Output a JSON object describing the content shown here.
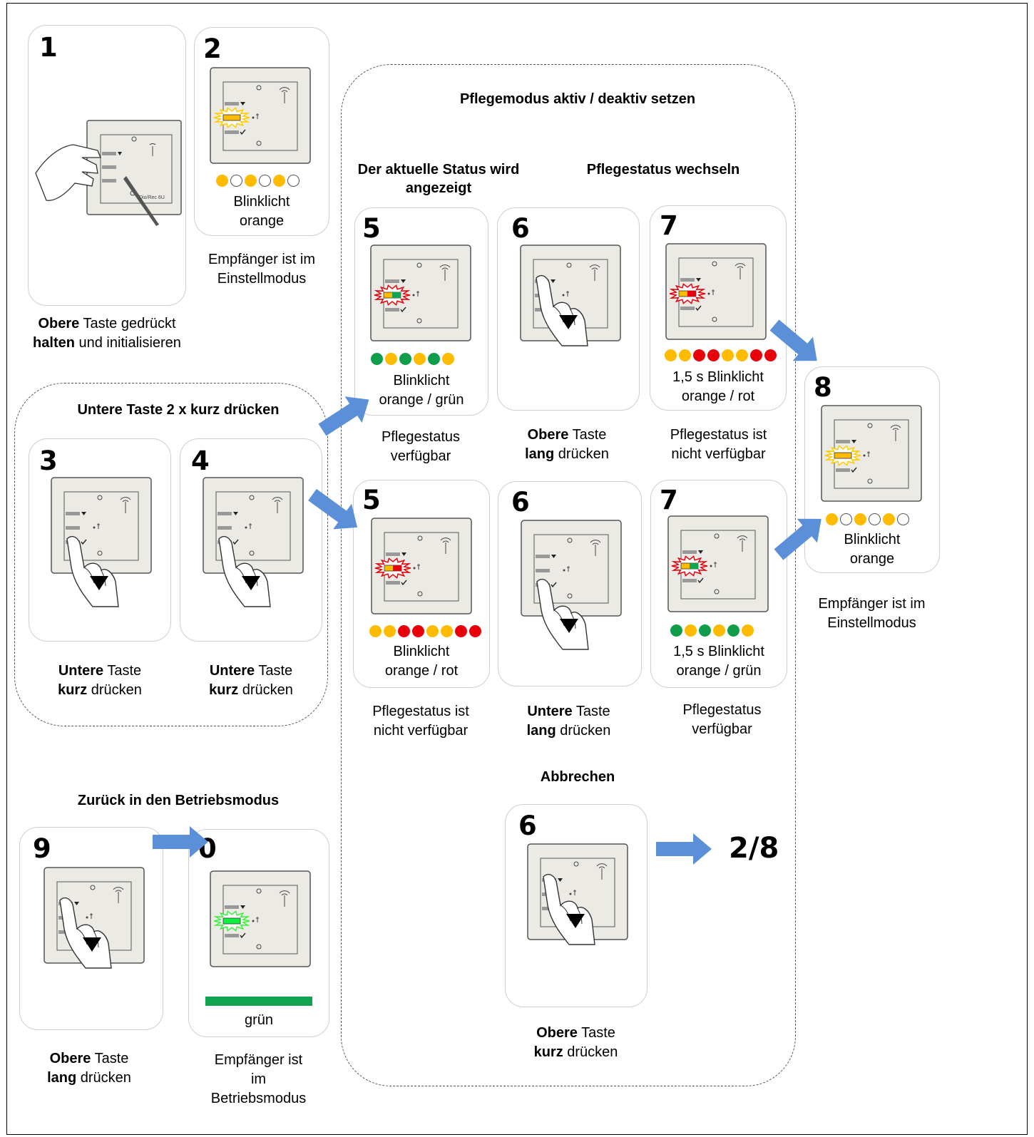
{
  "colors": {
    "orange": "#ffbb00",
    "green": "#109e4a",
    "red": "#e8000b",
    "off": "#ffffff",
    "arrow": "#5b8fd8",
    "grey_bar": "#10a450"
  },
  "sections": {
    "pflegemodus_title": "Pflegemodus aktiv / deaktiv setzen",
    "aktueller_status_title": "Der aktuelle Status wird angezeigt",
    "pflegestatus_wechseln_title": "Pflegestatus wechseln",
    "untere_taste_title": "Untere Taste 2 x kurz drücken",
    "zurueck_title": "Zurück in den Betriebsmodus",
    "abbrechen_title": "Abbrechen"
  },
  "steps": {
    "s1": {
      "number": "1",
      "caption_bold1": "Obere",
      "caption_rest1": " Taste gedrückt",
      "caption_bold2": "halten",
      "caption_rest2": " und initialisieren",
      "device_label": "Dio/Rec 6U"
    },
    "s2": {
      "number": "2",
      "led_text1": "Blinklicht",
      "led_text2": "orange",
      "caption1": "Empfänger ist im",
      "caption2": "Einstellmodus",
      "dots": [
        "orange",
        "off",
        "orange",
        "off",
        "orange",
        "off"
      ]
    },
    "s3": {
      "number": "3",
      "caption_bold1": "Untere",
      "caption_rest1": " Taste",
      "caption_bold2": "kurz",
      "caption_rest2": " drücken"
    },
    "s4": {
      "number": "4",
      "caption_bold1": "Untere",
      "caption_rest1": " Taste",
      "caption_bold2": "kurz",
      "caption_rest2": " drücken"
    },
    "s5a": {
      "number": "5",
      "led_text1": "Blinklicht",
      "led_text2": "orange / grün",
      "caption1": "Pflegestatus",
      "caption2": "verfügbar",
      "dots": [
        "green",
        "orange",
        "green",
        "orange",
        "green",
        "orange"
      ]
    },
    "s5b": {
      "number": "5",
      "led_text1": "Blinklicht",
      "led_text2": "orange / rot",
      "caption1": "Pflegestatus ist",
      "caption2": "nicht verfügbar",
      "dots": [
        "orange",
        "orange",
        "red",
        "red",
        "orange",
        "orange",
        "red",
        "red"
      ]
    },
    "s6a": {
      "number": "6",
      "caption_bold1": "Obere",
      "caption_rest1": " Taste",
      "caption_bold2": "lang",
      "caption_rest2": " drücken"
    },
    "s6b": {
      "number": "6",
      "caption_bold1": "Untere",
      "caption_rest1": " Taste",
      "caption_bold2": "lang",
      "caption_rest2": " drücken"
    },
    "s6c": {
      "number": "6",
      "caption_bold1": "Obere",
      "caption_rest1": " Taste",
      "caption_bold2": "kurz",
      "caption_rest2": " drücken"
    },
    "s7a": {
      "number": "7",
      "led_text1": "1,5 s Blinklicht",
      "led_text2": "orange / rot",
      "caption1": "Pflegestatus ist",
      "caption2": "nicht verfügbar",
      "dots": [
        "orange",
        "orange",
        "red",
        "red",
        "orange",
        "orange",
        "red",
        "red"
      ]
    },
    "s7b": {
      "number": "7",
      "led_text1": "1,5 s Blinklicht",
      "led_text2": "orange / grün",
      "caption1": "Pflegestatus",
      "caption2": "verfügbar",
      "dots": [
        "green",
        "orange",
        "green",
        "orange",
        "green",
        "orange"
      ]
    },
    "s8": {
      "number": "8",
      "led_text1": "Blinklicht",
      "led_text2": "orange",
      "caption1": "Empfänger ist im",
      "caption2": "Einstellmodus",
      "dots": [
        "orange",
        "off",
        "orange",
        "off",
        "orange",
        "off"
      ]
    },
    "s9": {
      "number": "9",
      "caption_bold1": "Obere",
      "caption_rest1": " Taste",
      "caption_bold2": "lang",
      "caption_rest2": " drücken"
    },
    "s0": {
      "number": "0",
      "led_text": "grün",
      "caption1": "Empfänger ist",
      "caption2": "im",
      "caption3": "Betriebsmodus"
    },
    "target": "2/8"
  }
}
